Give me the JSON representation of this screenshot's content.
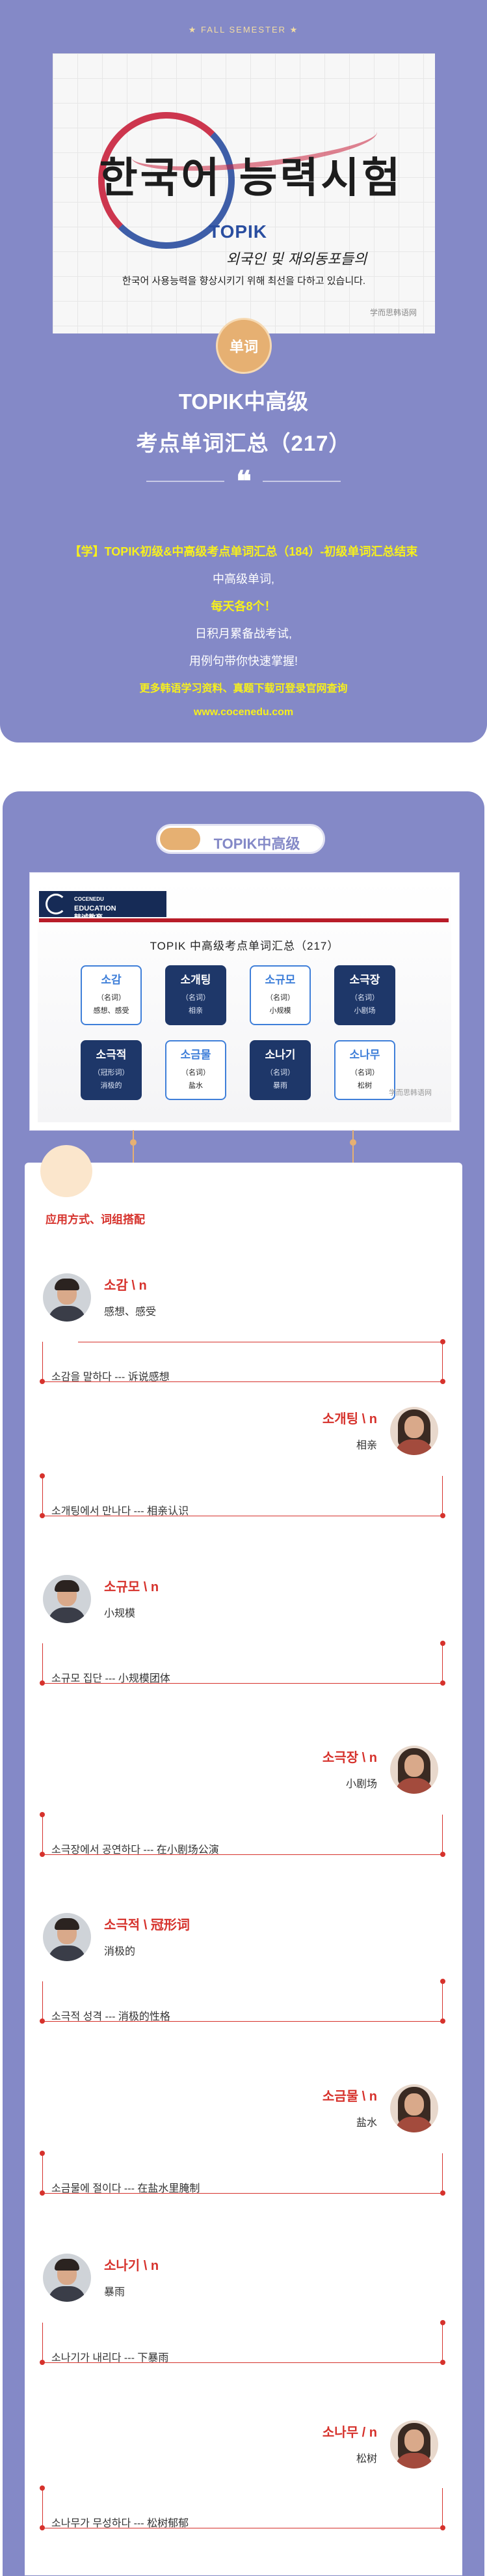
{
  "header": {
    "semester": "★ FALL SEMESTER ★",
    "banner": {
      "title": "한국어 능력시험",
      "topik": "TOPIK",
      "sub1": "외국인 및 재외동포들의",
      "sub2": "한국어 사용능력을 향상시키기 위해 최선을 다하고 있습니다.",
      "watermark": "学而思韩语网"
    },
    "tag": "单词",
    "title1": "TOPIK中高级",
    "title2": "考点单词汇总（217）",
    "quote_glyph": "❝",
    "lines": [
      "【学】TOPIK初级&中高级考点单词汇总（184）-初级单词汇总结束",
      "中高级单词,",
      "每天各8个！",
      "日积月累备战考试,",
      "用例句带你快速掌握!",
      "更多韩语学习资料、真题下载可登录官网查询",
      "www.cocenedu.com"
    ]
  },
  "section": {
    "pill_label": "TOPIK中高级",
    "slide": {
      "logo_line1": "COCENEDU",
      "logo_line2": "EDUCATION",
      "logo_line3": "韩诚教育",
      "title": "TOPIK 中高级考点单词汇总（217）",
      "watermark": "学而思韩语网",
      "cards": [
        {
          "kw": "소감",
          "pos": "（名词）",
          "mn": "感想、感受",
          "style": "light"
        },
        {
          "kw": "소개팅",
          "pos": "（名词）",
          "mn": "相亲",
          "style": "dark"
        },
        {
          "kw": "소규모",
          "pos": "（名词）",
          "mn": "小规模",
          "style": "light"
        },
        {
          "kw": "소극장",
          "pos": "（名词）",
          "mn": "小剧场",
          "style": "dark"
        },
        {
          "kw": "소극적",
          "pos": "（冠形词）",
          "mn": "消极的",
          "style": "dark"
        },
        {
          "kw": "소금물",
          "pos": "（名词）",
          "mn": "盐水",
          "style": "light"
        },
        {
          "kw": "소나기",
          "pos": "（名词）",
          "mn": "暴雨",
          "style": "dark"
        },
        {
          "kw": "소나무",
          "pos": "（名词）",
          "mn": "松树",
          "style": "light"
        }
      ]
    },
    "usage_label": "应用方式、词组搭配",
    "entries": [
      {
        "word": "소감 \\ n",
        "mean": "感想、感受",
        "example": "소감을 말하다 --- 诉说感想"
      },
      {
        "word": "소개팅 \\ n",
        "mean": "相亲",
        "example": "소개팅에서 만나다 --- 相亲认识"
      },
      {
        "word": "소규모 \\ n",
        "mean": "小规模",
        "example": "소규모 집단  --- 小规模团体"
      },
      {
        "word": "소극장 \\ n",
        "mean": "小剧场",
        "example": "소극장에서 공연하다  --- 在小剧场公演"
      },
      {
        "word": "소극적 \\ 冠形词",
        "mean": "消极的",
        "example": "소극적 성격 --- 消极的性格"
      },
      {
        "word": "소금물 \\ n",
        "mean": "盐水",
        "example": "소금물에 절이다 --- 在盐水里腌制"
      },
      {
        "word": "소나기 \\ n",
        "mean": "暴雨",
        "example": "소나기가 내리다 --- 下暴雨"
      },
      {
        "word": "소나무 / n",
        "mean": "松树",
        "example": "소나무가 무성하다 --- 松树郁郁"
      }
    ]
  },
  "colors": {
    "header_bg": "#8489c7",
    "accent_orange": "#e6b072",
    "accent_red": "#d6322c",
    "highlight_yellow": "#f7f01c"
  }
}
